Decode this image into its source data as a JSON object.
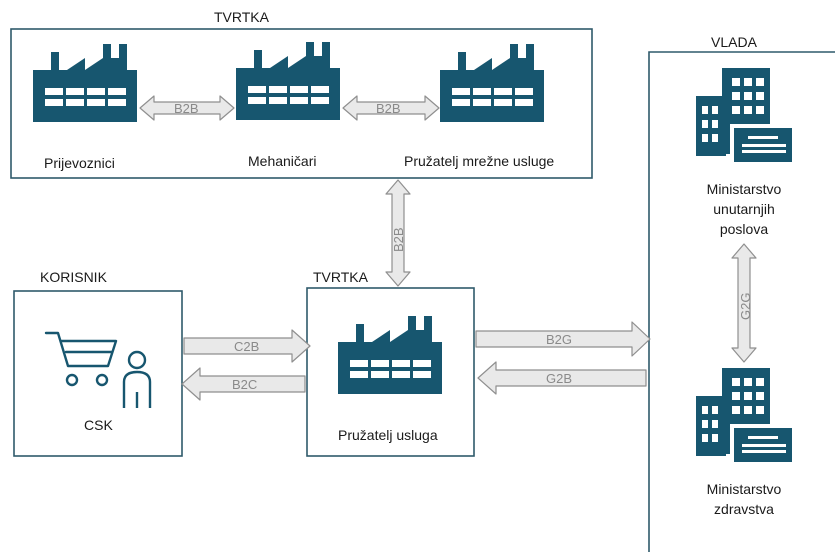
{
  "groups": {
    "top_company": "TVRTKA",
    "government": "VLADA",
    "user": "KORISNIK",
    "mid_company": "TVRTKA"
  },
  "nodes": {
    "carriers": "Prijevoznici",
    "mechanics": "Mehaničari",
    "network_provider": "Pružatelj mrežne usluge",
    "service_provider": "Pružatelj usluga",
    "customer": "CSK",
    "ministry_interior": [
      "Ministarstvo",
      "unutarnjih",
      "poslova"
    ],
    "ministry_health": [
      "Ministarstvo",
      "zdravstva"
    ]
  },
  "edges": {
    "carriers_mechanics": "B2B",
    "mechanics_network": "B2B",
    "top_to_mid": "B2B",
    "c2b": "C2B",
    "b2c": "B2C",
    "b2g": "B2G",
    "g2b": "G2B",
    "g2g": "G2G"
  },
  "colors": {
    "icon": "#17566f",
    "box_border": "#2f5a6b",
    "arrow_fill": "#e9e9e9",
    "arrow_stroke": "#8f8f8f"
  }
}
